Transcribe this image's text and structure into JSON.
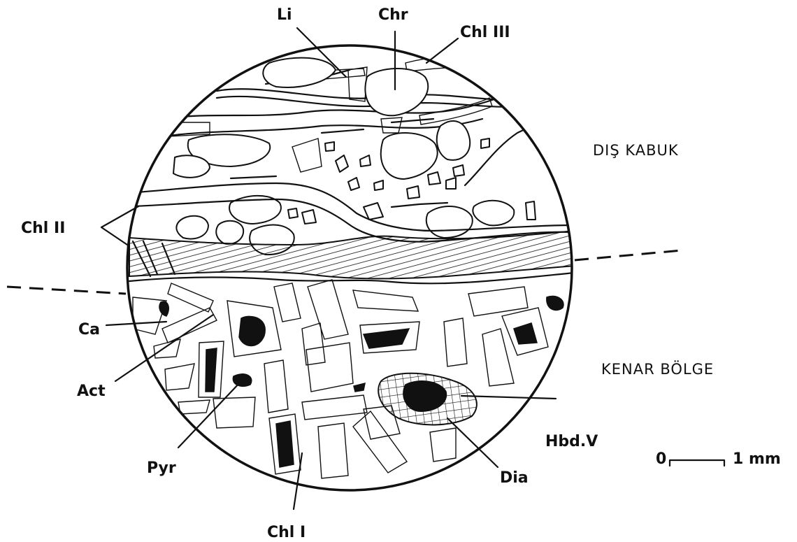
{
  "labels": {
    "li": "Li",
    "chr": "Chr",
    "chl3": "Chl III",
    "chl2": "Chl II",
    "ca": "Ca",
    "act": "Act",
    "pyr": "Pyr",
    "chl1": "Chl I",
    "dia": "Dia",
    "hbd": "Hbd.V"
  },
  "zones": {
    "outer_shell": "DIŞ KABUK",
    "rim_zone": "KENAR BÖLGE"
  },
  "scale_bar": {
    "zero": "0",
    "length": "1 mm"
  },
  "colors": {
    "ink": "#111111",
    "paper": "#ffffff"
  }
}
